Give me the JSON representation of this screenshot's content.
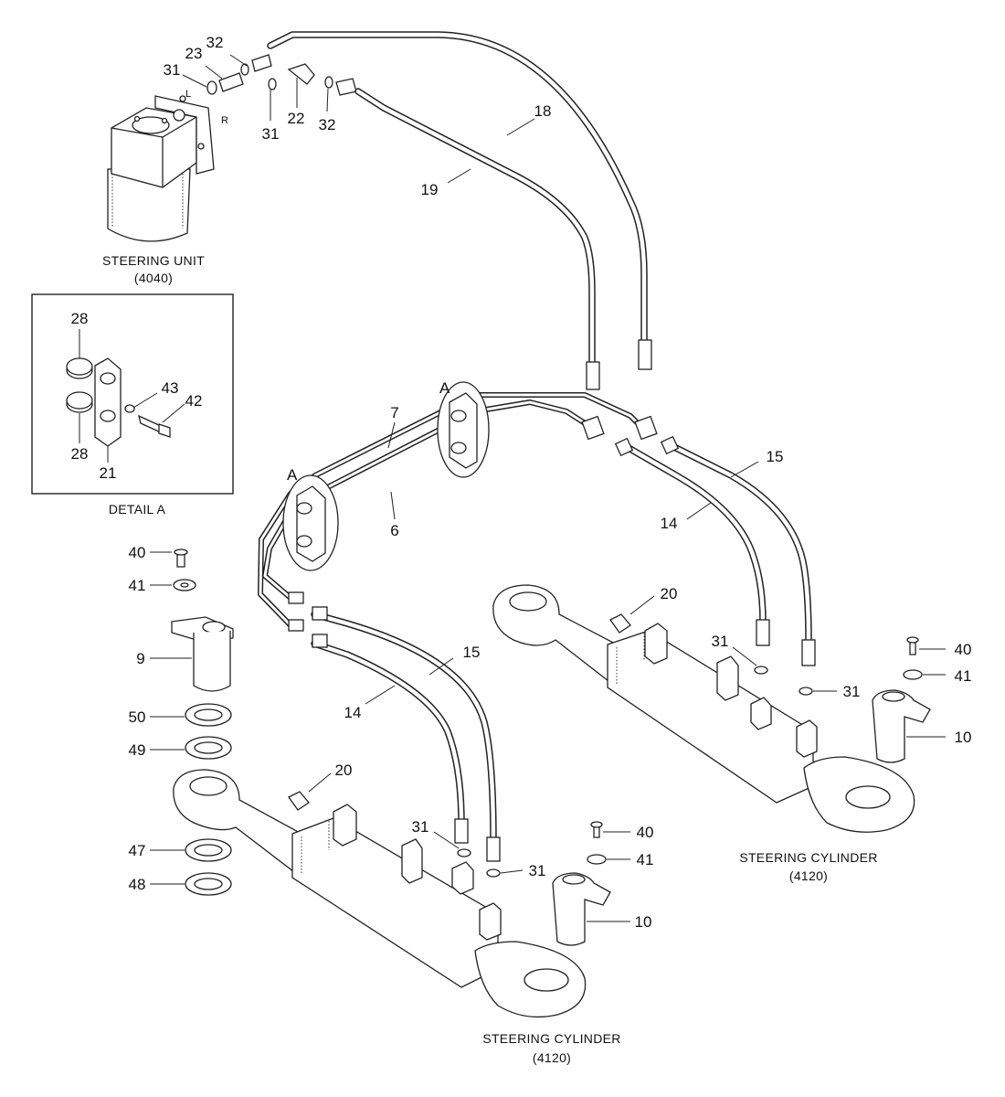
{
  "captions": {
    "steering_unit": "STEERING UNIT",
    "steering_unit_code": "(4040)",
    "detail_a": "DETAIL A",
    "cylinder_left": "STEERING CYLINDER",
    "cylinder_left_code": "(4120)",
    "cylinder_right": "STEERING CYLINDER",
    "cylinder_right_code": "(4120)"
  },
  "port_marks": {
    "left": "L",
    "right": "R"
  },
  "section_marks": {
    "a_upper": "A",
    "a_lower": "A"
  },
  "callouts": {
    "c32a": "32",
    "c23": "23",
    "c31a": "31",
    "c31b": "31",
    "c22": "22",
    "c32b": "32",
    "c18": "18",
    "c19": "19",
    "c28a": "28",
    "c28b": "28",
    "c43": "43",
    "c42": "42",
    "c21": "21",
    "c7": "7",
    "c6": "6",
    "c15a": "15",
    "c14a": "14",
    "c40a": "40",
    "c41a": "41",
    "c9": "9",
    "c50": "50",
    "c49": "49",
    "c47": "47",
    "c48": "48",
    "c20a": "20",
    "c15b": "15",
    "c14b": "14",
    "c31c": "31",
    "c31d": "31",
    "c40b": "40",
    "c41b": "41",
    "c10a": "10",
    "c20b": "20",
    "c31e": "31",
    "c31f": "31",
    "c40c": "40",
    "c41c": "41",
    "c10b": "10"
  }
}
